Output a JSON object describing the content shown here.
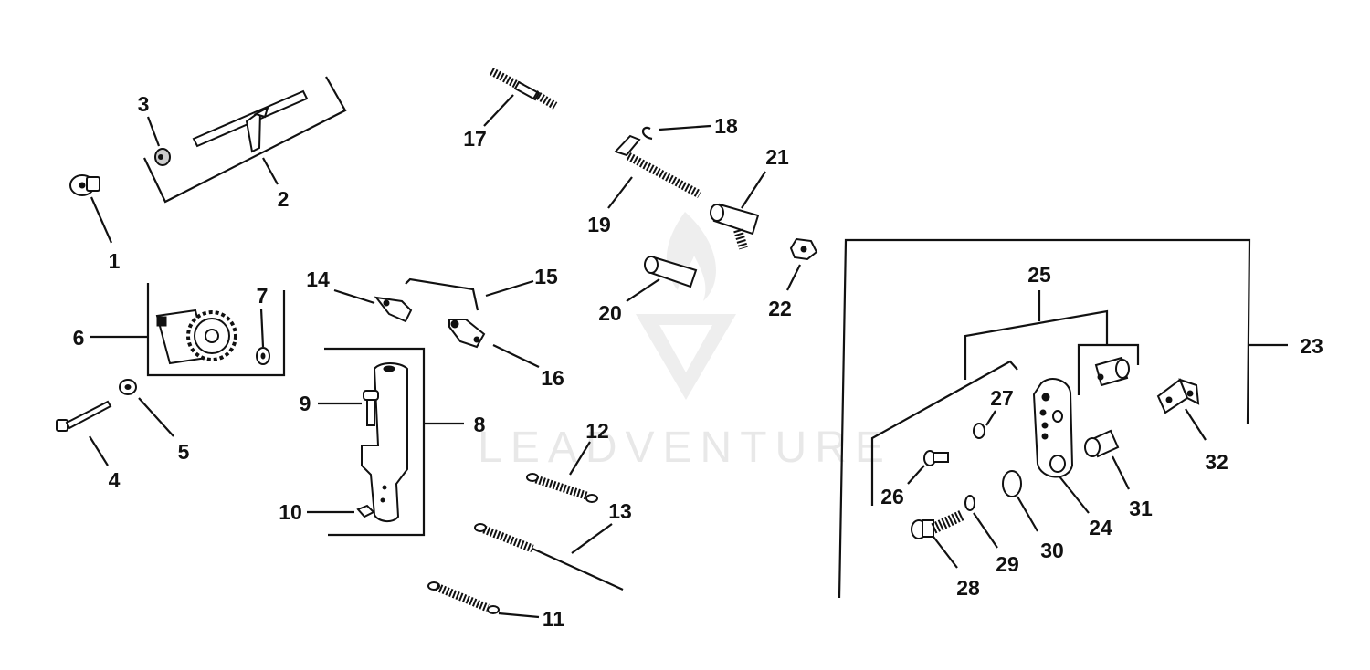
{
  "watermark": {
    "text": "LEADVENTURE"
  },
  "callouts": [
    {
      "number": "1",
      "part": "part-1"
    },
    {
      "number": "2",
      "part": "part-2"
    },
    {
      "number": "3",
      "part": "part-3"
    },
    {
      "number": "4",
      "part": "part-4"
    },
    {
      "number": "5",
      "part": "part-5"
    },
    {
      "number": "6",
      "part": "part-6"
    },
    {
      "number": "7",
      "part": "part-7"
    },
    {
      "number": "8",
      "part": "part-8"
    },
    {
      "number": "9",
      "part": "part-9"
    },
    {
      "number": "10",
      "part": "part-10"
    },
    {
      "number": "11",
      "part": "part-11"
    },
    {
      "number": "12",
      "part": "part-12"
    },
    {
      "number": "13",
      "part": "part-13"
    },
    {
      "number": "14",
      "part": "part-14"
    },
    {
      "number": "15",
      "part": "part-15"
    },
    {
      "number": "16",
      "part": "part-16"
    },
    {
      "number": "17",
      "part": "part-17"
    },
    {
      "number": "18",
      "part": "part-18"
    },
    {
      "number": "19",
      "part": "part-19"
    },
    {
      "number": "20",
      "part": "part-20"
    },
    {
      "number": "21",
      "part": "part-21"
    },
    {
      "number": "22",
      "part": "part-22"
    },
    {
      "number": "23",
      "part": "part-23"
    },
    {
      "number": "24",
      "part": "part-24"
    },
    {
      "number": "25",
      "part": "part-25"
    },
    {
      "number": "26",
      "part": "part-26"
    },
    {
      "number": "27",
      "part": "part-27"
    },
    {
      "number": "28",
      "part": "part-28"
    },
    {
      "number": "29",
      "part": "part-29"
    },
    {
      "number": "30",
      "part": "part-30"
    },
    {
      "number": "31",
      "part": "part-31"
    },
    {
      "number": "32",
      "part": "part-32"
    }
  ]
}
